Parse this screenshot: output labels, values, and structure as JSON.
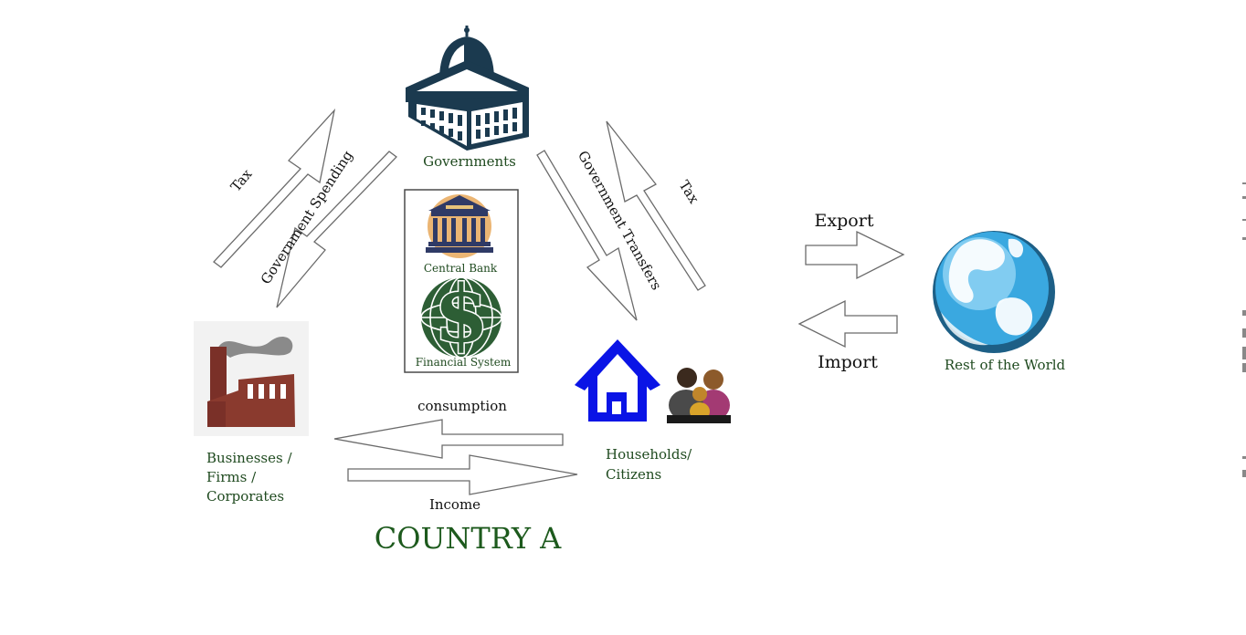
{
  "diagram": {
    "title": "COUNTRY A",
    "nodes": {
      "governments": {
        "label": "Governments",
        "icon": "capitol-building-icon"
      },
      "central_bank": {
        "label": "Central Bank",
        "icon": "bank-building-icon"
      },
      "financial_system": {
        "label": "Financial System",
        "icon": "dollar-sign-icon"
      },
      "businesses": {
        "lines": [
          "Businesses /",
          "Firms /",
          "Corporates"
        ],
        "icon": "factory-icon"
      },
      "households": {
        "lines": [
          "Households/",
          "Citizens"
        ],
        "icons": [
          "house-icon",
          "family-icon"
        ]
      },
      "rest_of_world": {
        "label": "Rest of the World",
        "icon": "globe-icon"
      }
    },
    "flows": {
      "tax_left": "Tax",
      "government_spending": "Government Spending",
      "government_transfers": "Government Transfers",
      "tax_right": "Tax",
      "consumption": "consumption",
      "income": "Income",
      "export": "Export",
      "import": "Import"
    },
    "colors": {
      "label_green": "#1f4a1f",
      "title_green": "#1d5a1d",
      "house_blue": "#0a14e6",
      "capitol_navy": "#1b3a4f",
      "factory_brown": "#8a3a2e",
      "globe_blue": "#2a93d5"
    }
  }
}
